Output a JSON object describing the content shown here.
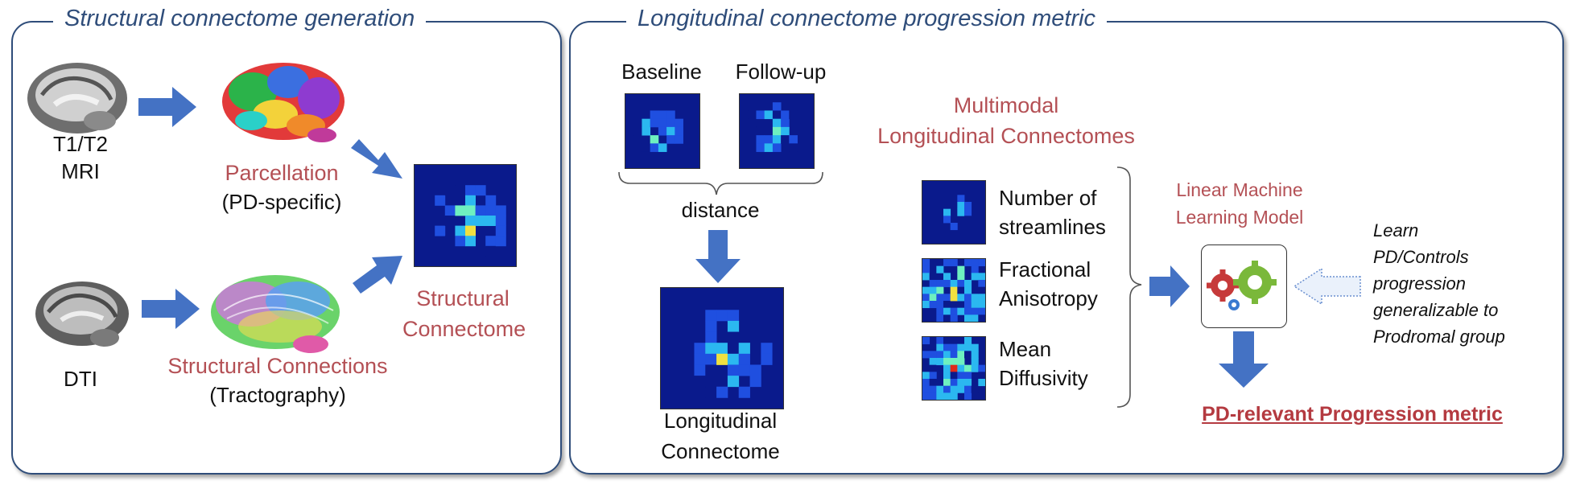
{
  "panels": {
    "left_title": "Structural connectome generation",
    "right_title": "Longitudinal connectome progression metric"
  },
  "left": {
    "mri_label_line1": "T1/T2",
    "mri_label_line2": "MRI",
    "parcellation_line1": "Parcellation",
    "parcellation_line2": "(PD-specific)",
    "dti_label": "DTI",
    "connections_line1": "Structural Connections",
    "connections_line2": "(Tractography)",
    "connectome_line1": "Structural",
    "connectome_line2": "Connectome"
  },
  "right": {
    "baseline": "Baseline",
    "followup": "Follow-up",
    "distance": "distance",
    "longitudinal_line1": "Longitudinal",
    "longitudinal_line2": "Connectome",
    "multimodal_line1": "Multimodal",
    "multimodal_line2": "Longitudinal Connectomes",
    "streamlines_line1": "Number of",
    "streamlines_line2": "streamlines",
    "fa_line1": "Fractional",
    "fa_line2": "Anisotropy",
    "md_line1": "Mean",
    "md_line2": "Diffusivity",
    "model_line1": "Linear Machine",
    "model_line2": "Learning Model",
    "learn_lines": [
      "Learn",
      "PD/Controls",
      "progression",
      "generalizable to",
      "Prodromal group"
    ],
    "metric": "PD-relevant Progression metric"
  },
  "colors": {
    "frame": "#2f4d7a",
    "arrow": "#4472c4",
    "accent_red": "#b45055",
    "matrix_bg": "#0a1a8c"
  }
}
